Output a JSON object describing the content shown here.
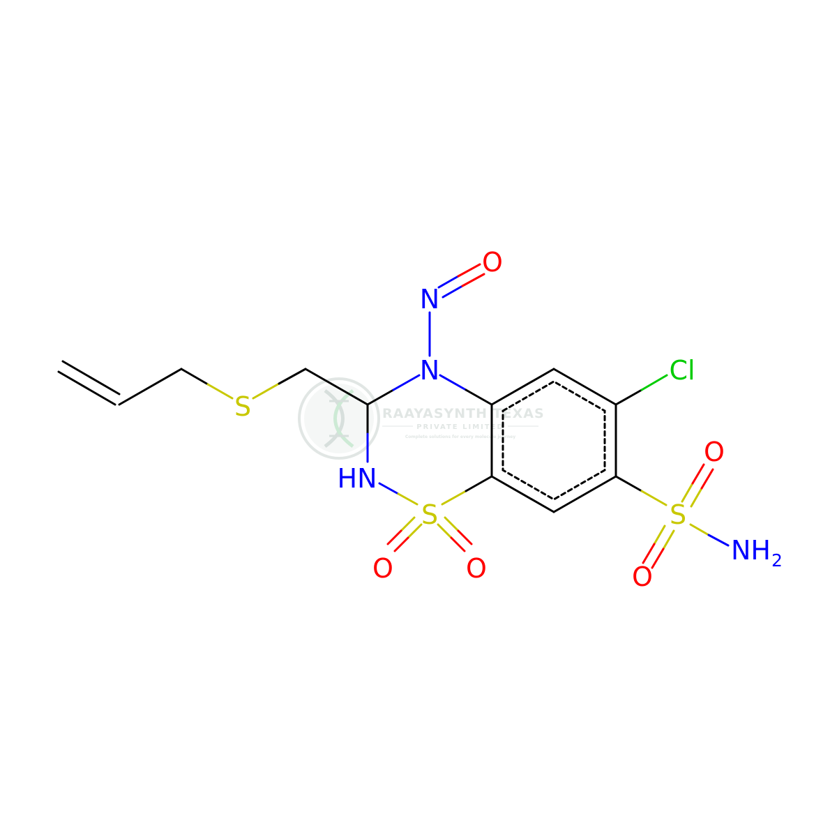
{
  "colors": {
    "carbon": "#000000",
    "nitrogen": "#0000ff",
    "oxygen": "#ff0000",
    "sulfur": "#c8c800",
    "chlorine": "#00cc00",
    "watermark": "#c9d3cf"
  },
  "atoms": {
    "o_nitroso": "O",
    "n_nitroso": "N",
    "n_ring": "N",
    "cl": "Cl",
    "o_sulfonamide_top": "O",
    "s_sulfonamide": "S",
    "nh2": "NH",
    "nh2_subscript": "2",
    "o_sulfonamide_bottom": "O",
    "s_thioether": "S",
    "hn_ring": "HN",
    "s_ring": "S",
    "o_ring_left": "O",
    "o_ring_right": "O"
  },
  "watermark": {
    "title": "RAAYASYNTH TEXAS",
    "subtitle": "PRIVATE LIMITED",
    "tagline": "Complete solutions for every molecule journey",
    "logo_icon": "dna-helix-icon"
  }
}
